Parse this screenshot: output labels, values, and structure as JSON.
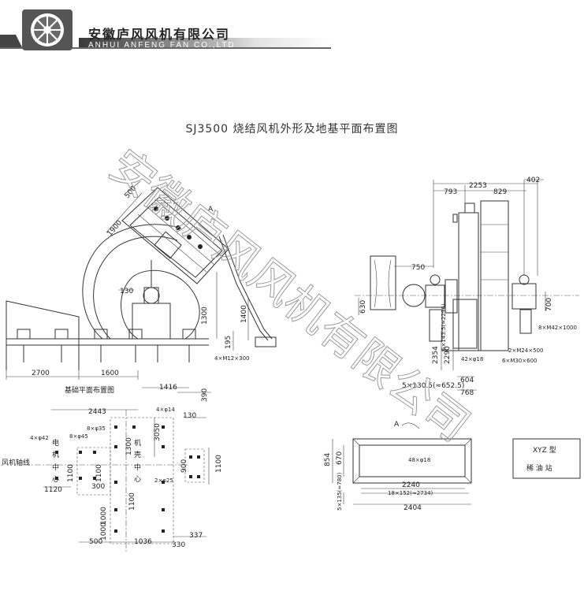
{
  "company": {
    "name_cn": "安徽庐风风机有限公司",
    "name_en": "ANHUI ANFENG FAN CO.,LTD",
    "watermark": "安徽庐风风机有限公司"
  },
  "title": "SJ3500 烧结风机外形及地基平面布置图",
  "side_view": {
    "dims": [
      "1900",
      "500",
      "130",
      "1300",
      "1400",
      "195",
      "4×M12×300",
      "2700",
      "1600"
    ],
    "marker": "A"
  },
  "front_view": {
    "dims": [
      "2253",
      "402",
      "793",
      "829",
      "750",
      "630",
      "700",
      "8×M42×1000",
      "2354",
      "2290",
      "6×143.5(≈2296)",
      "2×M24×500",
      "6×M30×600",
      "42×φ18",
      "604",
      "5×130.5(≈652.5)",
      "768"
    ]
  },
  "foundation_plan": {
    "caption": "基础平面布置图",
    "dims": [
      "1416",
      "390",
      "2443",
      "4×φ14",
      "130",
      "8×φ35",
      "3050",
      "1300",
      "4×φ42",
      "8×φ45",
      "1100",
      "1100",
      "1120",
      "300",
      "1100",
      "2×φ25",
      "900",
      "1100",
      "1000",
      "1000",
      "500",
      "1036",
      "330",
      "337"
    ],
    "labels": {
      "shaft": "风机轴线",
      "motor_center": [
        "电",
        "机",
        "中",
        "心"
      ],
      "fan_center": [
        "机",
        "壳",
        "中",
        "心"
      ]
    }
  },
  "outlet_plan": {
    "dims": [
      "854",
      "670",
      "48×φ18",
      "2240",
      "18×152(≈2734)",
      "5×135(≈780)",
      "2404"
    ],
    "marker": "A"
  },
  "legend_box": {
    "type": "XYZ 型",
    "name": "稀 油 站"
  }
}
